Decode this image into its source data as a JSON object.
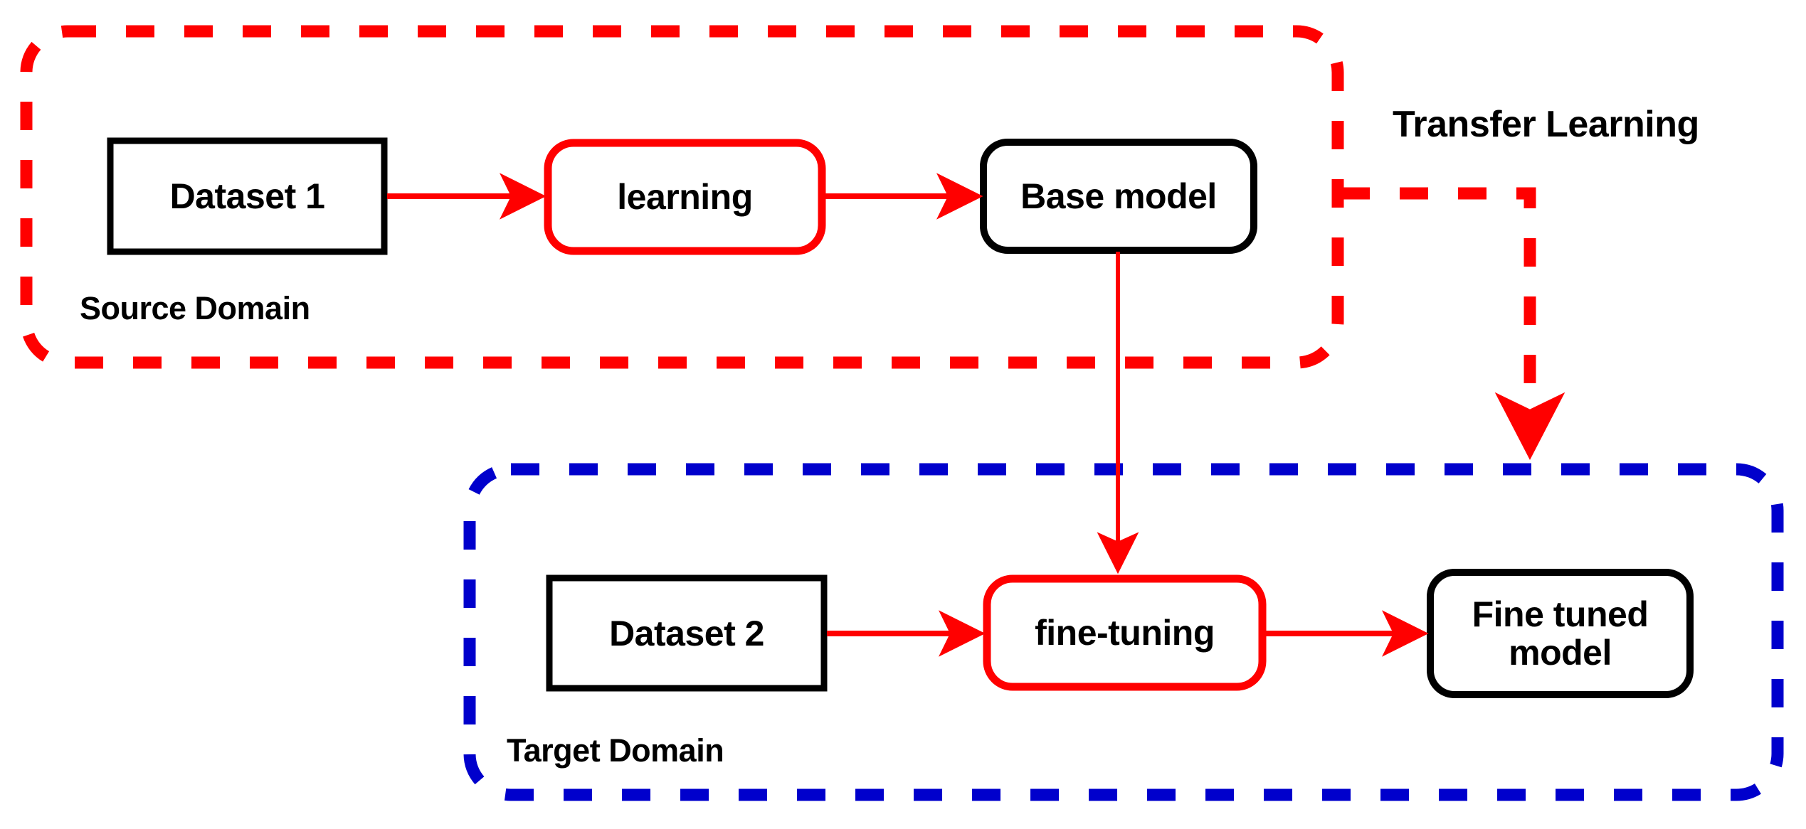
{
  "diagram": {
    "title": "Transfer Learning",
    "colors": {
      "source_domain_border": "#FF0000",
      "target_domain_border": "#0000CC",
      "arrow": "#FF0000",
      "process_node_border": "#FF0000",
      "data_node_border": "#000000",
      "text": "#000000",
      "background": "#FFFFFF"
    },
    "groups": [
      {
        "id": "source-domain",
        "caption": "Source Domain",
        "border_color": "#FF0000",
        "border_style": "dashed"
      },
      {
        "id": "target-domain",
        "caption": "Target Domain",
        "border_color": "#0000CC",
        "border_style": "dashed"
      }
    ],
    "nodes": [
      {
        "id": "dataset-1",
        "label": "Dataset 1",
        "shape": "rectangle",
        "border_color": "#000000"
      },
      {
        "id": "learning",
        "label": "learning",
        "shape": "rounded-rectangle",
        "border_color": "#FF0000"
      },
      {
        "id": "base-model",
        "label": "Base model",
        "shape": "rounded-rectangle",
        "border_color": "#000000"
      },
      {
        "id": "dataset-2",
        "label": "Dataset 2",
        "shape": "rectangle",
        "border_color": "#000000"
      },
      {
        "id": "fine-tuning",
        "label": "fine-tuning",
        "shape": "rounded-rectangle",
        "border_color": "#FF0000"
      },
      {
        "id": "fine-tuned-model",
        "label": "Fine tuned\nmodel",
        "shape": "rounded-rectangle",
        "border_color": "#000000"
      }
    ],
    "edges": [
      {
        "id": "dataset1-to-learning",
        "from": "dataset-1",
        "to": "learning",
        "style": "solid",
        "color": "#FF0000"
      },
      {
        "id": "learning-to-base-model",
        "from": "learning",
        "to": "base-model",
        "style": "solid",
        "color": "#FF0000"
      },
      {
        "id": "base-model-to-fine-tuning",
        "from": "base-model",
        "to": "fine-tuning",
        "style": "solid",
        "color": "#FF0000"
      },
      {
        "id": "dataset2-to-fine-tuning",
        "from": "dataset-2",
        "to": "fine-tuning",
        "style": "solid",
        "color": "#FF0000"
      },
      {
        "id": "fine-tuning-to-fine-tuned",
        "from": "fine-tuning",
        "to": "fine-tuned-model",
        "style": "solid",
        "color": "#FF0000"
      },
      {
        "id": "source-domain-to-target-domain",
        "from": "source-domain",
        "to": "target-domain",
        "style": "dashed",
        "color": "#FF0000"
      }
    ]
  }
}
